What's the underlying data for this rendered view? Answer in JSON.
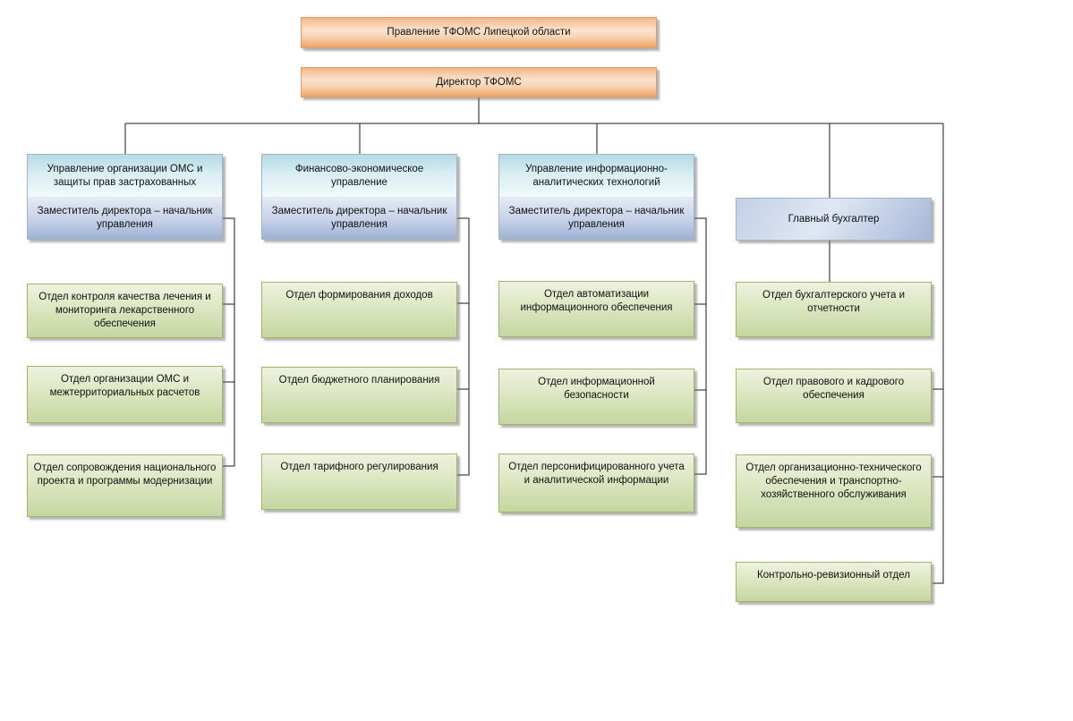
{
  "page": {
    "background": "#ffffff"
  },
  "colors": {
    "orange_box": "#f5ba8c",
    "orange_border": "#e09c68",
    "blue_header_top": "#bfe1e9",
    "blue_header_bottom": "#a4b6d6",
    "blue_border": "#9fb4c9",
    "green_box": "#cdddaa",
    "green_border": "#a2b46c",
    "connector_line": "#1a1a1a"
  },
  "chart": {
    "type": "org-chart",
    "root": {
      "label": "Правление ТФОМС Липецкой области"
    },
    "director": {
      "label": "Директор ТФОМС"
    },
    "columns": [
      {
        "division": "Управление организации  ОМС и защиты прав застрахованных",
        "head": "Заместитель директора – начальник управления",
        "departments": [
          "Отдел контроля качества лечения и мониторинга лекарственного обеспечения",
          "Отдел организации ОМС и межтерриториальных расчетов",
          "Отдел сопровождения национального проекта и программы модернизации"
        ]
      },
      {
        "division": "Финансово-экономическое управление",
        "head": "Заместитель директора – начальник управления",
        "departments": [
          "Отдел формирования доходов",
          "Отдел бюджетного планирования",
          "Отдел тарифного регулирования"
        ]
      },
      {
        "division": "Управление информационно-аналитических технологий",
        "head": "Заместитель директора – начальник управления",
        "departments": [
          "Отдел автоматизации информационного обеспечения",
          "Отдел информационной безопасности",
          "Отдел персонифицированного учета и аналитической информации"
        ]
      },
      {
        "division": "",
        "head": "Главный бухгалтер",
        "departments": [
          "Отдел бухгалтерского учета и отчетности",
          "Отдел правового и кадрового обеспечения",
          "Отдел организационно-технического обеспечения и транспортно-хозяйственного обслуживания",
          "Контрольно-ревизионный отдел"
        ]
      }
    ]
  }
}
